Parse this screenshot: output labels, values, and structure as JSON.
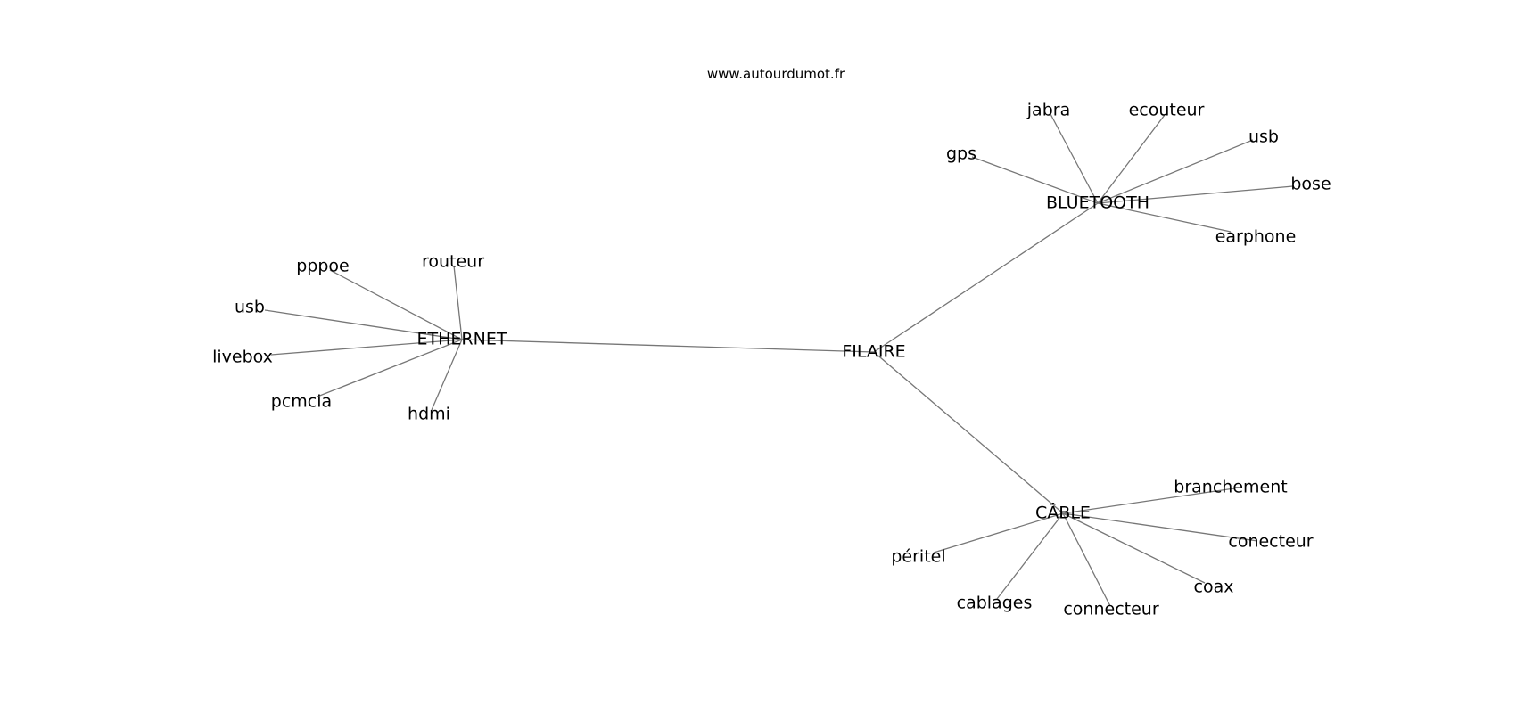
{
  "site": "www.autourdumot.fr",
  "graph": {
    "center": "FILAIRE",
    "edge_color": "#777777",
    "text_color": "#000000",
    "background": "#ffffff",
    "clusters": [
      {
        "hub": "ETHERNET",
        "leaves": [
          "routeur",
          "pppoe",
          "usb",
          "livebox",
          "pcmcia",
          "hdmi"
        ]
      },
      {
        "hub": "BLUETOOTH",
        "leaves": [
          "jabra",
          "ecouteur",
          "usb",
          "gps",
          "bose",
          "earphone"
        ]
      },
      {
        "hub": "CÂBLE",
        "leaves": [
          "branchement",
          "conecteur",
          "coax",
          "connecteur",
          "cablages",
          "péritel"
        ]
      }
    ]
  }
}
